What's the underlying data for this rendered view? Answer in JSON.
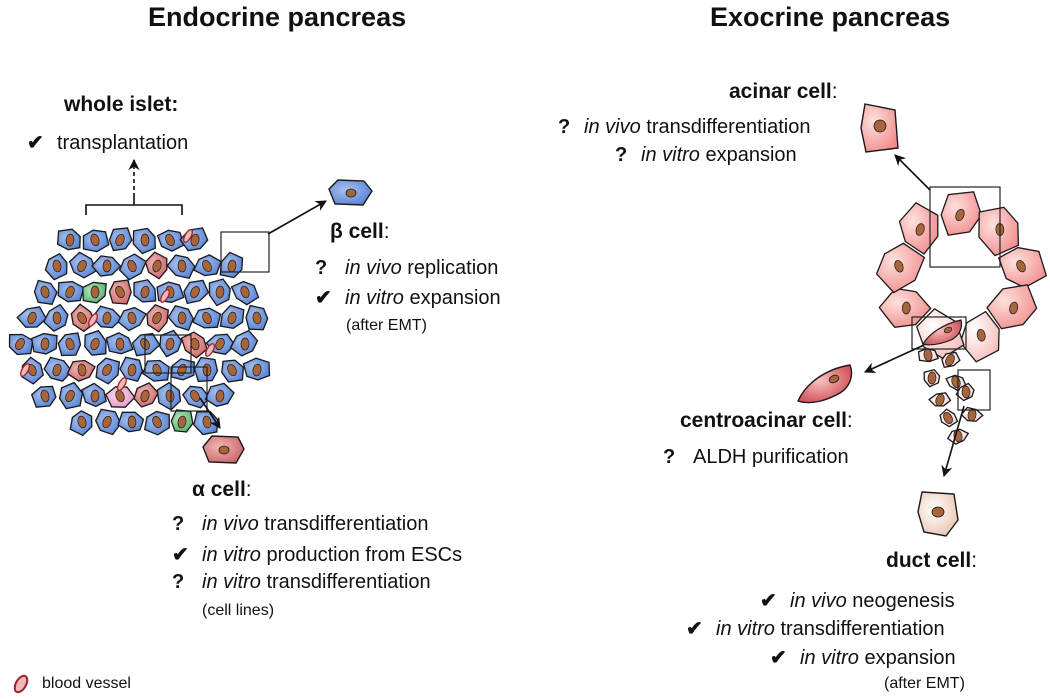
{
  "titles": {
    "endocrine": "Endocrine pancreas",
    "exocrine": "Exocrine pancreas"
  },
  "symbols": {
    "check": "✔",
    "question": "?"
  },
  "whole_islet": {
    "label": "whole islet",
    "colon": ":",
    "items": [
      {
        "mark": "✔",
        "text": "transplantation"
      }
    ]
  },
  "beta_cell": {
    "greek": "β",
    "label": " cell",
    "colon": ":",
    "items": [
      {
        "mark": "?",
        "em": "in vivo",
        "text": " replication"
      },
      {
        "mark": "✔",
        "em": "in vitro",
        "text": " expansion"
      }
    ],
    "note": "(after EMT)"
  },
  "alpha_cell": {
    "greek": "α",
    "label": " cell",
    "colon": ":",
    "items": [
      {
        "mark": "?",
        "em": "in vivo",
        "text": " transdifferentiation"
      },
      {
        "mark": "✔",
        "em": "in vitro",
        "text": " production from ESCs"
      },
      {
        "mark": "?",
        "em": "in vitro",
        "text": " transdifferentiation"
      }
    ],
    "note": "(cell lines)"
  },
  "acinar_cell": {
    "label": "acinar cell",
    "colon": ":",
    "items": [
      {
        "mark": "?",
        "em": "in vivo",
        "text": " transdifferentiation"
      },
      {
        "mark": "?",
        "em": "in vitro",
        "text": " expansion"
      }
    ]
  },
  "centroacinar_cell": {
    "label": "centroacinar cell",
    "colon": ":",
    "items": [
      {
        "mark": "?",
        "text": "ALDH purification"
      }
    ]
  },
  "duct_cell": {
    "label": "duct cell",
    "colon": ":",
    "items": [
      {
        "mark": "✔",
        "em": "in vivo",
        "text": " neogenesis"
      },
      {
        "mark": "✔",
        "em": "in vitro",
        "text": " transdifferentiation"
      },
      {
        "mark": "✔",
        "em": "in vitro",
        "text": " expansion"
      }
    ],
    "note": "(after EMT)"
  },
  "legend": {
    "label": "blood vessel",
    "icon": "blood-vessel-icon"
  },
  "colors": {
    "beta": "#4a78d0",
    "beta_light": "#a9c2ee",
    "alpha": "#c85a5e",
    "alpha_light": "#f0b7b5",
    "delta": "#3eaa5a",
    "pp": "#e58ec4",
    "acinar": "#f08585",
    "acinar_light": "#fde1dd",
    "centroacinar": "#c9353f",
    "duct": "#e6b9a0",
    "nucleus": "#a8643a",
    "outline": "#1a1a1a"
  }
}
